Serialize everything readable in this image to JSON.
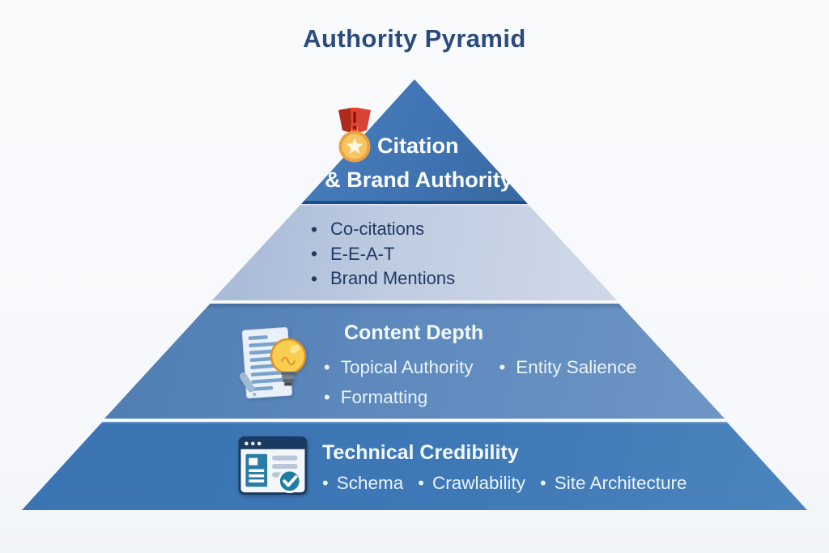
{
  "title": "Authority Pyramid",
  "glyphs": {
    "bullet": "•"
  },
  "palette": {
    "background": "#f7f9fb",
    "title_text": "#2c4b7d",
    "tier_top_fill": "#3f73b2",
    "tier_signals_fill": "#c0cde2",
    "tier_content_fill": "#5d89bd",
    "tier_technical_fill": "#3e78b6",
    "dark_bullet_text": "#203b64",
    "light_text": "#eaf4fb",
    "medal_red": "#d23c2a",
    "medal_gold": "#f2b44c",
    "bulb_yellow": "#f9ce4e",
    "icon_teal": "#2a7ca6",
    "icon_navy": "#1a3a61"
  },
  "tiers": {
    "top": {
      "name": "Citation & Brand Authority",
      "line1": "Citation",
      "line2": "& Brand Authority",
      "icon": "medal-icon"
    },
    "signals": {
      "bullets": [
        "Co-citations",
        "E-E-A-T",
        "Brand Mentions"
      ]
    },
    "content": {
      "heading": "Content Depth",
      "icon": "document-lightbulb-icon",
      "bullets_row1": [
        "Topical Authority",
        "Entity Salience"
      ],
      "bullets_row2": [
        "Formatting"
      ]
    },
    "technical": {
      "heading": "Technical Credibility",
      "icon": "browser-checklist-icon",
      "bullets": [
        "Schema",
        "Crawlability",
        "Site Architecture"
      ]
    }
  }
}
